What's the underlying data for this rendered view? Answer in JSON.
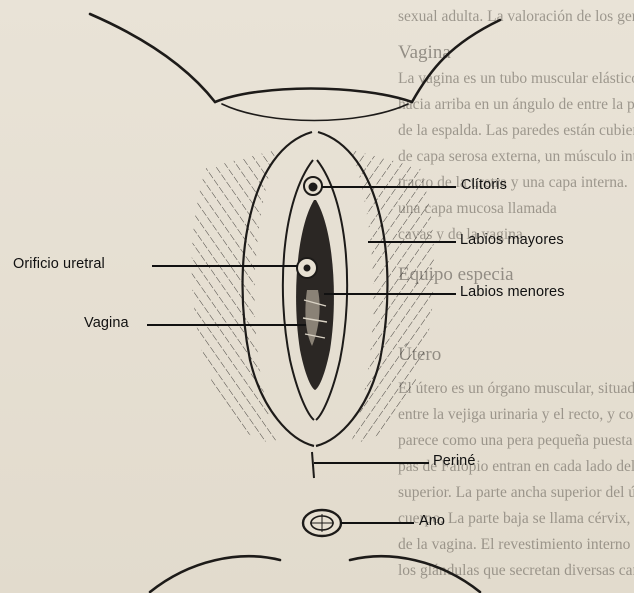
{
  "figure": {
    "labels": {
      "clitoris": "Clítoris",
      "labios_mayores": "Labios mayores",
      "orificio_uretral": "Orificio uretral",
      "labios_menores": "Labios menores",
      "vagina": "Vagina",
      "perine": "Periné",
      "ano": "Ano"
    }
  },
  "background_text": {
    "heading_1": "Vagina",
    "heading_2": "Útero",
    "section": "Equipo especia",
    "lines": [
      "sexual adulta. La valoración de los genitales femeninos",
      "La vagina es un tubo muscular elástico que se mueve",
      "hacia arriba en un ángulo de entre la parte posterior",
      "de la espalda. Las paredes están cubiertas de una",
      "de capa serosa externa, un músculo intermedio",
      "tracto de la uretra y una capa interna.",
      "una capa mucosa llamada",
      "cavas y de la vagina",
      "El útero es un órgano muscular, situado en",
      "entre la vejiga urinaria y el recto, y con un tamaño",
      "parece como una pera pequeña puesta boca abajo. Las trompas",
      "pas de Falopio entran en cada lado del útero cerca de la parte",
      "superior. La parte ancha superior del útero se conoce como",
      "cuerpo. La parte baja se llama cérvix, sobresale dentro",
      "de la vagina. El revestimiento interno del cérvix forma",
      "los glándulas que secretan diversas cantidades de moco"
    ]
  }
}
